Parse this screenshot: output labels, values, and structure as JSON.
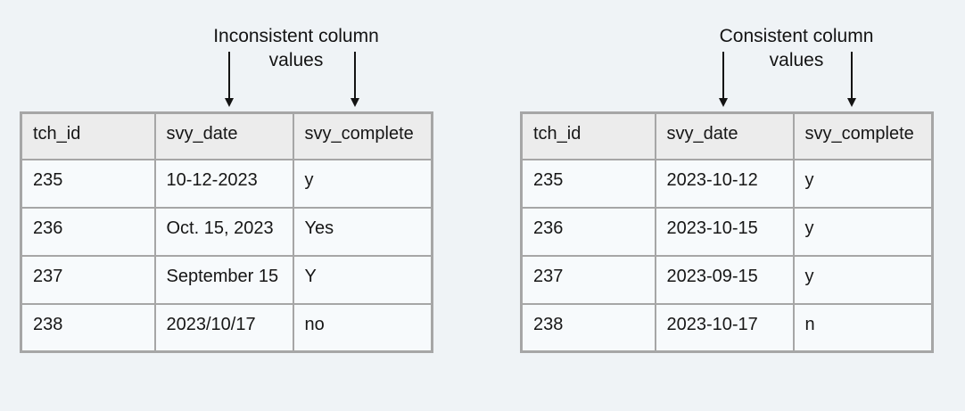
{
  "figure": {
    "colors": {
      "page_background": "#eff3f6",
      "cell_background": "#f7fafc",
      "header_background": "#ececec",
      "table_border": "#a6a6a6",
      "text": "#161616",
      "arrow": "#131313"
    },
    "panels": [
      {
        "id": "inconsistent",
        "annotation": {
          "line1": "Inconsistent column",
          "line2": "values"
        },
        "table": {
          "headers": [
            "tch_id",
            "svy_date",
            "svy_complete"
          ],
          "rows": [
            [
              "235",
              "10-12-2023",
              "y"
            ],
            [
              "236",
              "Oct. 15, 2023",
              "Yes"
            ],
            [
              "237",
              "September 15",
              "Y"
            ],
            [
              "238",
              "2023/10/17",
              "no"
            ]
          ]
        }
      },
      {
        "id": "consistent",
        "annotation": {
          "line1": "Consistent column",
          "line2": "values"
        },
        "table": {
          "headers": [
            "tch_id",
            "svy_date",
            "svy_complete"
          ],
          "rows": [
            [
              "235",
              "2023-10-12",
              "y"
            ],
            [
              "236",
              "2023-10-15",
              "y"
            ],
            [
              "237",
              "2023-09-15",
              "y"
            ],
            [
              "238",
              "2023-10-17",
              "n"
            ]
          ]
        }
      }
    ]
  }
}
